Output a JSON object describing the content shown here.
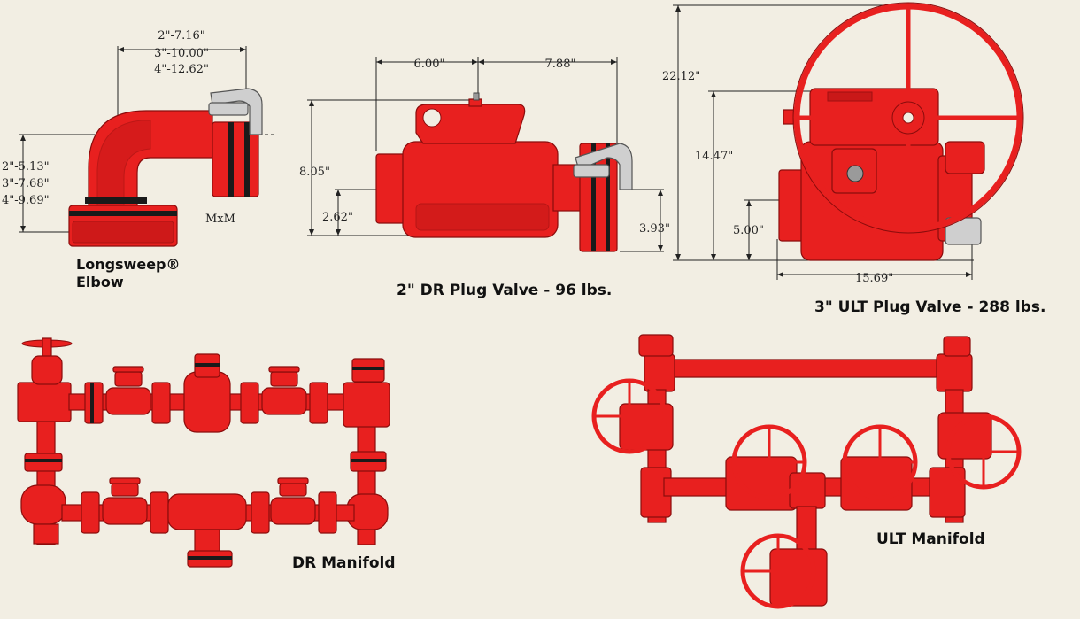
{
  "elbow": {
    "width_dims": [
      "2\"-7.16\"",
      "3\"-10.00\"",
      "4\"-12.62\""
    ],
    "height_dims": [
      "2\"-5.13\"",
      "3\"-7.68\"",
      "4\"-9.69\""
    ],
    "end_label": "MxM",
    "title_line1": "Longsweep®",
    "title_line2": "Elbow"
  },
  "dr_valve": {
    "dim_left": "6.00\"",
    "dim_right": "7.88\"",
    "dim_height": "8.05\"",
    "dim_center": "2.62\"",
    "dim_end": "3.93\"",
    "title": "2\" DR Plug Valve - 96 lbs."
  },
  "ult_valve": {
    "dim_total": "22.12\"",
    "dim_body": "14.47\"",
    "dim_center": "5.00\"",
    "dim_length": "15.69\"",
    "title": "3\" ULT Plug Valve - 288 lbs."
  },
  "dr_manifold": {
    "title": "DR Manifold"
  },
  "ult_manifold": {
    "title": "ULT Manifold"
  },
  "colors": {
    "iron_red": "#e8201f",
    "shadow_red": "#b51414",
    "background": "#f2eee3"
  }
}
